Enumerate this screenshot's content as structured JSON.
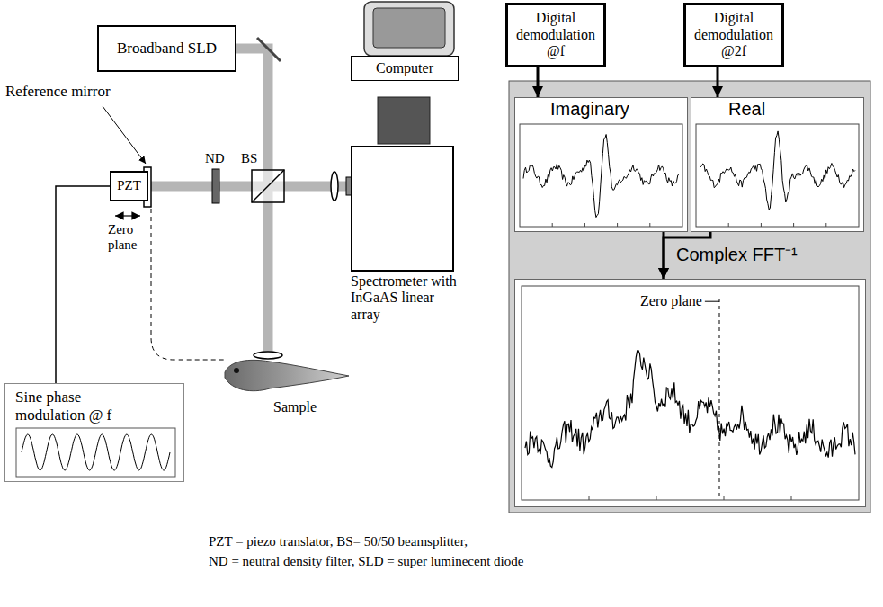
{
  "diagram": {
    "nodes": [
      {
        "text": [
          "Broadband SLD"
        ]
      },
      {
        "text": [
          "Computer"
        ]
      },
      {
        "text": [
          "Spectrometer with InGaAS linear array"
        ]
      },
      {
        "text": [
          "PZT"
        ]
      },
      {
        "text": [
          "Sine phase modulation @ f"
        ]
      },
      {
        "text": [
          "Digital demodulation @f"
        ]
      },
      {
        "text": [
          "Digital demodulation @2f"
        ]
      },
      {
        "text": [
          "Imaginary"
        ]
      },
      {
        "text": [
          "Real"
        ]
      },
      {
        "text": [
          "Zero plane"
        ]
      }
    ],
    "edges": [
      {
        "from": 4,
        "to": 3,
        "arrow": "none"
      },
      {
        "from": 5,
        "to": 7,
        "arrow": "to"
      },
      {
        "from": 6,
        "to": 8,
        "arrow": "to"
      },
      {
        "from": 7,
        "to": 9,
        "arrow": "to",
        "label": "Complex FFT⁻¹"
      },
      {
        "from": 8,
        "to": 9,
        "arrow": "to"
      }
    ],
    "labels": [
      "Reference mirror",
      "ND",
      "BS",
      "Zero plane",
      "Sample",
      "PZT = piezo translator, BS= 50/50 beamsplitter,",
      "ND = neutral density filter, SLD = super luminecent diode"
    ]
  }
}
